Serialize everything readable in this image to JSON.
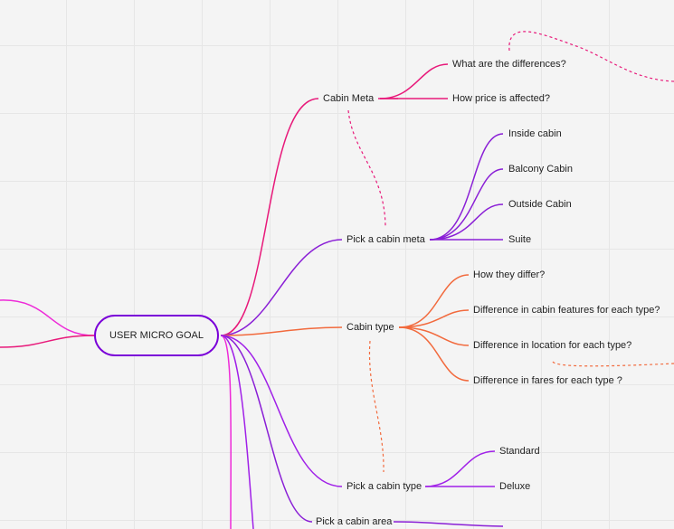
{
  "colors": {
    "pink": "#e8197a",
    "purple": "#8a1fd6",
    "violet": "#a020e8",
    "orange": "#f26a3d",
    "magenta": "#ee2ad8"
  },
  "root": {
    "label": "USER MICRO GOAL"
  },
  "branches": {
    "cabin_meta": {
      "label": "Cabin Meta",
      "children": [
        "What are the differences?",
        "How price is affected?"
      ]
    },
    "pick_cabin_meta": {
      "label": "Pick a cabin meta",
      "children": [
        "Inside cabin",
        "Balcony Cabin",
        "Outside Cabin",
        "Suite"
      ]
    },
    "cabin_type": {
      "label": "Cabin type",
      "children": [
        "How they differ?",
        "Difference in cabin features for each type?",
        "Difference in location for each type?",
        "Difference in fares for each type ?"
      ]
    },
    "pick_cabin_type": {
      "label": "Pick a cabin type",
      "children": [
        "Standard",
        "Deluxe"
      ]
    },
    "pick_cabin_area": {
      "label": "Pick a cabin area"
    }
  }
}
